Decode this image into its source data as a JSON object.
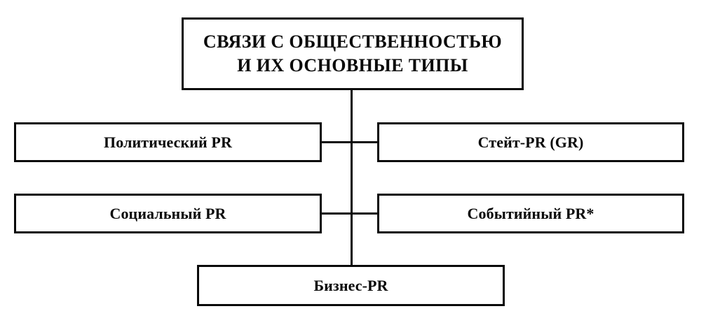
{
  "diagram": {
    "title_node": {
      "label": "СВЯЗИ С ОБЩЕСТВЕННОСТЬЮ\nИ ИХ ОСНОВНЫЕ ТИПЫ"
    },
    "nodes": [
      {
        "id": "political",
        "label": "Политический PR"
      },
      {
        "id": "state",
        "label": "Стейт-PR (GR)"
      },
      {
        "id": "social",
        "label": "Социальный PR"
      },
      {
        "id": "event",
        "label": "Событийный PR*"
      },
      {
        "id": "business",
        "label": "Бизнес-PR"
      }
    ],
    "colors": {
      "background": "#ffffff",
      "stroke": "#0a0a0a",
      "text": "#0a0a0a",
      "fill": "#ffffff"
    },
    "connectors": [
      {
        "id": "spine",
        "orientation": "vertical"
      },
      {
        "id": "branch-row1",
        "orientation": "horizontal"
      },
      {
        "id": "branch-row2",
        "orientation": "horizontal"
      }
    ]
  }
}
